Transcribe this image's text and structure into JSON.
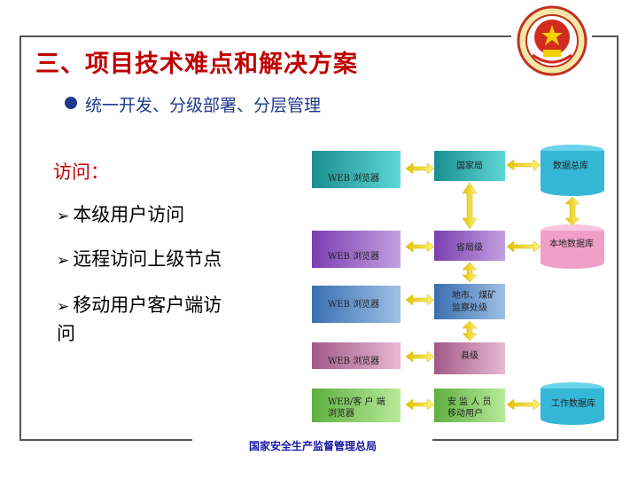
{
  "slide": {
    "title": "三、项目技术难点和解决方案",
    "subtitle": "统一开发、分级部署、分层管理",
    "access_label": "访问：",
    "items": [
      "本级用户访问",
      "远程访问上级节点",
      "移动用户客户端访",
      "问"
    ],
    "footer": "国家安全生产监督管理总局"
  },
  "diagram": {
    "browsers": [
      "WEB 浏览器",
      "WEB 浏览器",
      "WEB 浏览器",
      "WEB 浏览器"
    ],
    "browser_client": [
      "WEB/客 户 端",
      "浏览器"
    ],
    "levels": [
      "国家局",
      "省局级",
      "地市、煤矿",
      "监察处级",
      "县级",
      "安 监 人 员",
      "移动用户"
    ],
    "databases": [
      "数据总库",
      "本地数据库",
      "工作数据库"
    ]
  },
  "colors": {
    "title_red": "#c00000",
    "subtitle_blue": "#1f3a8a",
    "footer_blue": "#1a1aa6",
    "row1": "#2eb8b8",
    "row2": "#9a62c8",
    "row3": "#4f86c6",
    "row4": "#c07aa0",
    "row5": "#7ec85a",
    "arrow": "#e8d600",
    "cylinder": "#35b8d8",
    "cylinder_pink": "#f0a0c8"
  }
}
